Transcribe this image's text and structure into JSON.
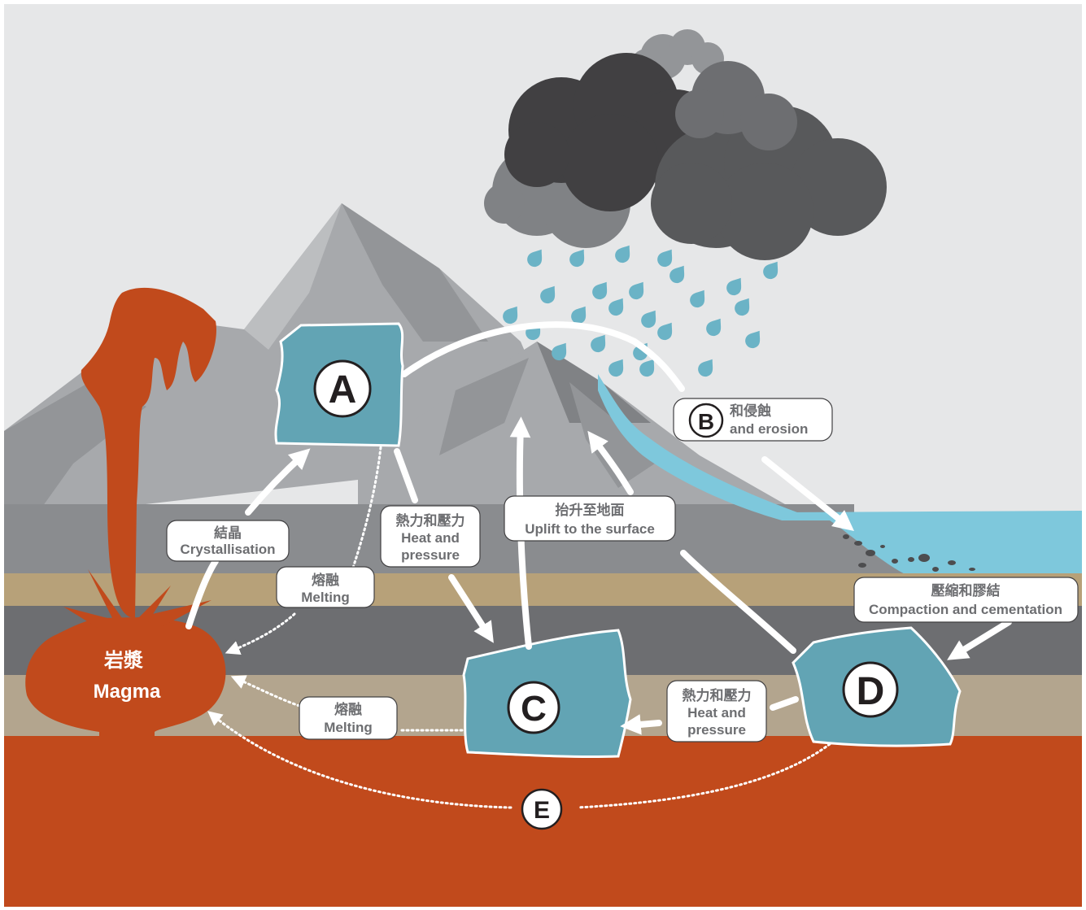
{
  "colors": {
    "sky": "#e6e7e8",
    "mountain_light": "#a7a9ac",
    "mountain_mid": "#939598",
    "mountain_dark": "#808285",
    "ground_grey": "#8a8c8f",
    "sand": "#b7a179",
    "dark_band": "#6d6e71",
    "pale_band": "#b3a58e",
    "magma": "#c14a1c",
    "rock": "#62a4b4",
    "water": "#7ec8dc",
    "rain": "#6bb3c6",
    "label_text": "#6d6e71"
  },
  "magma": {
    "label_cn": "岩漿",
    "label_en": "Magma"
  },
  "rocks": [
    {
      "id": "A",
      "letter": "A"
    },
    {
      "id": "C",
      "letter": "C"
    },
    {
      "id": "D",
      "letter": "D"
    }
  ],
  "labels": {
    "crystallisation": {
      "cn": "結晶",
      "en": "Crystallisation"
    },
    "melting_upper": {
      "cn": "熔融",
      "en": "Melting"
    },
    "heat_pressure_ac": {
      "cn": "熱力和壓力",
      "en1": "Heat and",
      "en2": "pressure"
    },
    "uplift": {
      "cn": "抬升至地面",
      "en": "Uplift to the surface"
    },
    "weathering": {
      "letter": "B",
      "cn": "和侵蝕",
      "en": "and erosion"
    },
    "compaction": {
      "cn": "壓縮和膠結",
      "en": "Compaction and cementation"
    },
    "heat_pressure_dc": {
      "cn": "熱力和壓力",
      "en1": "Heat and",
      "en2": "pressure"
    },
    "melting_lower": {
      "cn": "熔融",
      "en": "Melting"
    },
    "e_marker": {
      "letter": "E"
    }
  }
}
